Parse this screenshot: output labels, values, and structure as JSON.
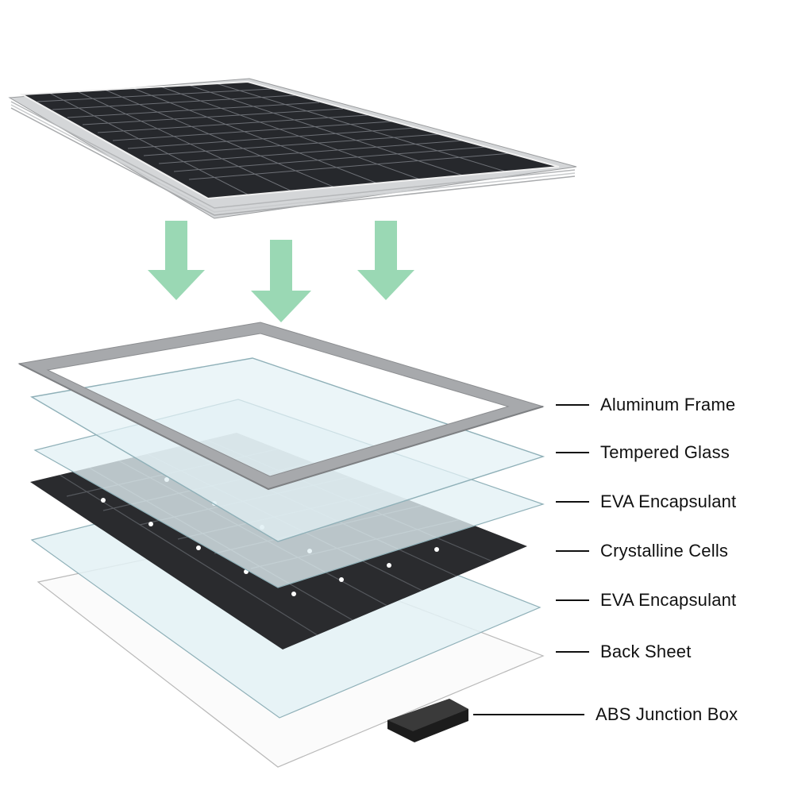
{
  "colors": {
    "arrow": "#9ad8b4",
    "frame": "#a7a9ac",
    "glass_fill": "#e3f1f5",
    "glass_edge": "#8fb0b8",
    "cell_dark": "#2a2b2e",
    "cell_line": "#55585d",
    "backsheet_edge": "#b9b9b9",
    "junction_box": "#1c1c1c"
  },
  "icons": {
    "assembled_panel": "solar-panel-icon",
    "arrows": "down-arrow-icon",
    "junction_box": "junction-box-icon"
  },
  "layers": [
    {
      "id": "aluminum-frame",
      "label": "Aluminum Frame"
    },
    {
      "id": "tempered-glass",
      "label": "Tempered Glass"
    },
    {
      "id": "eva-encapsulant-top",
      "label": "EVA Encapsulant"
    },
    {
      "id": "crystalline-cells",
      "label": "Crystalline Cells"
    },
    {
      "id": "eva-encapsulant-bottom",
      "label": "EVA Encapsulant"
    },
    {
      "id": "back-sheet",
      "label": "Back Sheet"
    },
    {
      "id": "abs-junction-box",
      "label": "ABS Junction Box"
    }
  ]
}
